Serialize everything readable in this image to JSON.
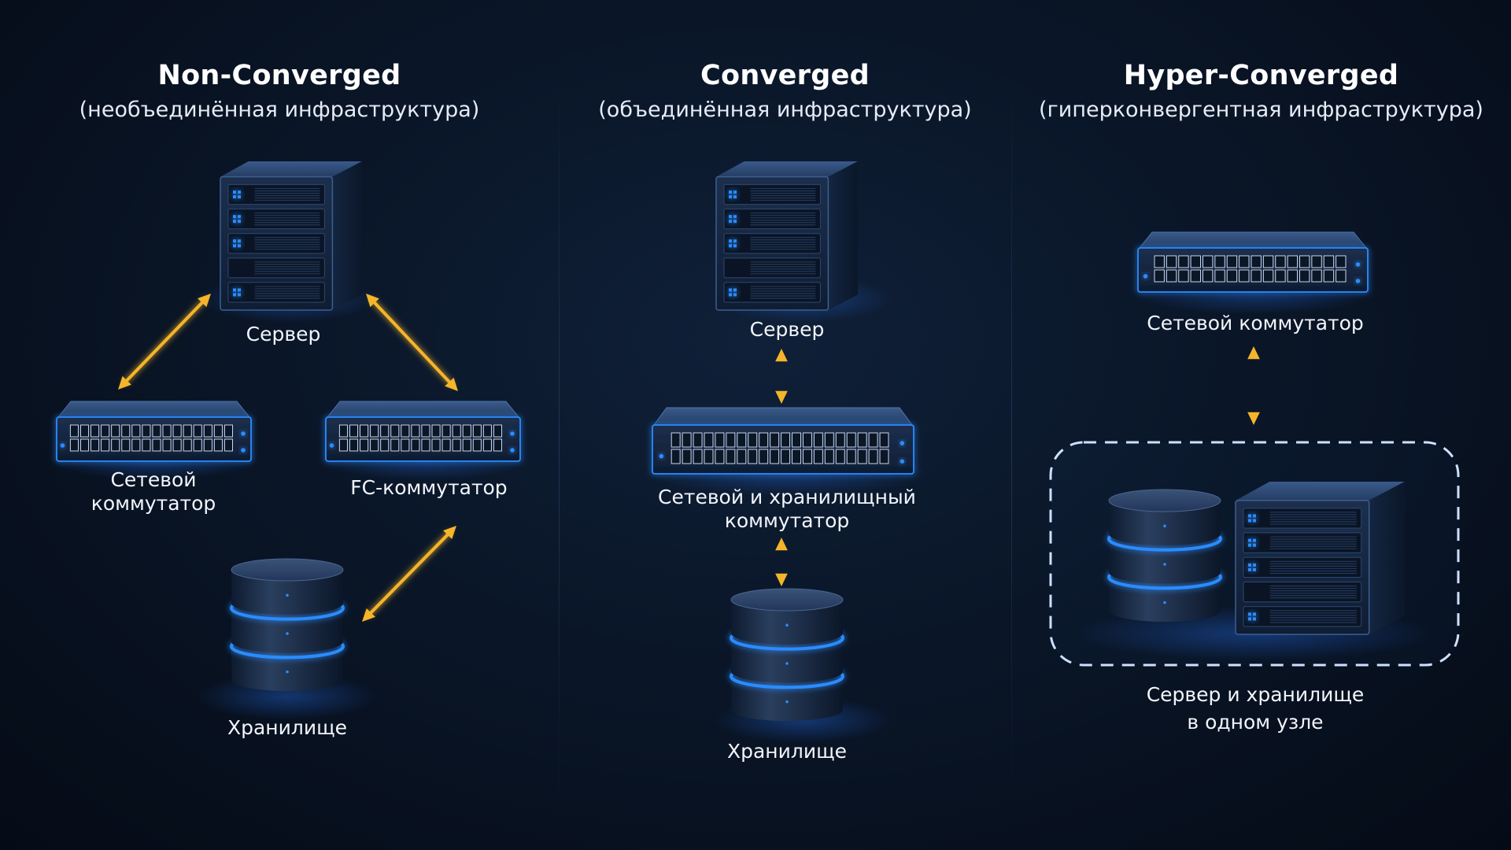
{
  "colors": {
    "background": "#0a1628",
    "accent_blue": "#2b8cff",
    "arrow": "#f5b52a",
    "dashed": "#cfe0ff"
  },
  "panels": [
    {
      "title": "Non-Converged",
      "subtitle": "(необъединённая инфраструктура)",
      "labels": {
        "server": "Сервер",
        "network_switch": "Сетевой\nкоммутатор",
        "fc_switch": "FC-коммутатор",
        "storage": "Хранилище"
      }
    },
    {
      "title": "Converged",
      "subtitle": "(объединённая инфраструктура)",
      "labels": {
        "server": "Сервер",
        "unified_switch": "Сетевой и хранилищный\nкоммутатор",
        "storage": "Хранилище"
      }
    },
    {
      "title": "Hyper-Converged",
      "subtitle": "(гиперконвергентная инфраструктура)",
      "labels": {
        "network_switch": "Сетевой коммутатор",
        "node": "Сервер и хранилище\nв одном узле"
      }
    }
  ]
}
